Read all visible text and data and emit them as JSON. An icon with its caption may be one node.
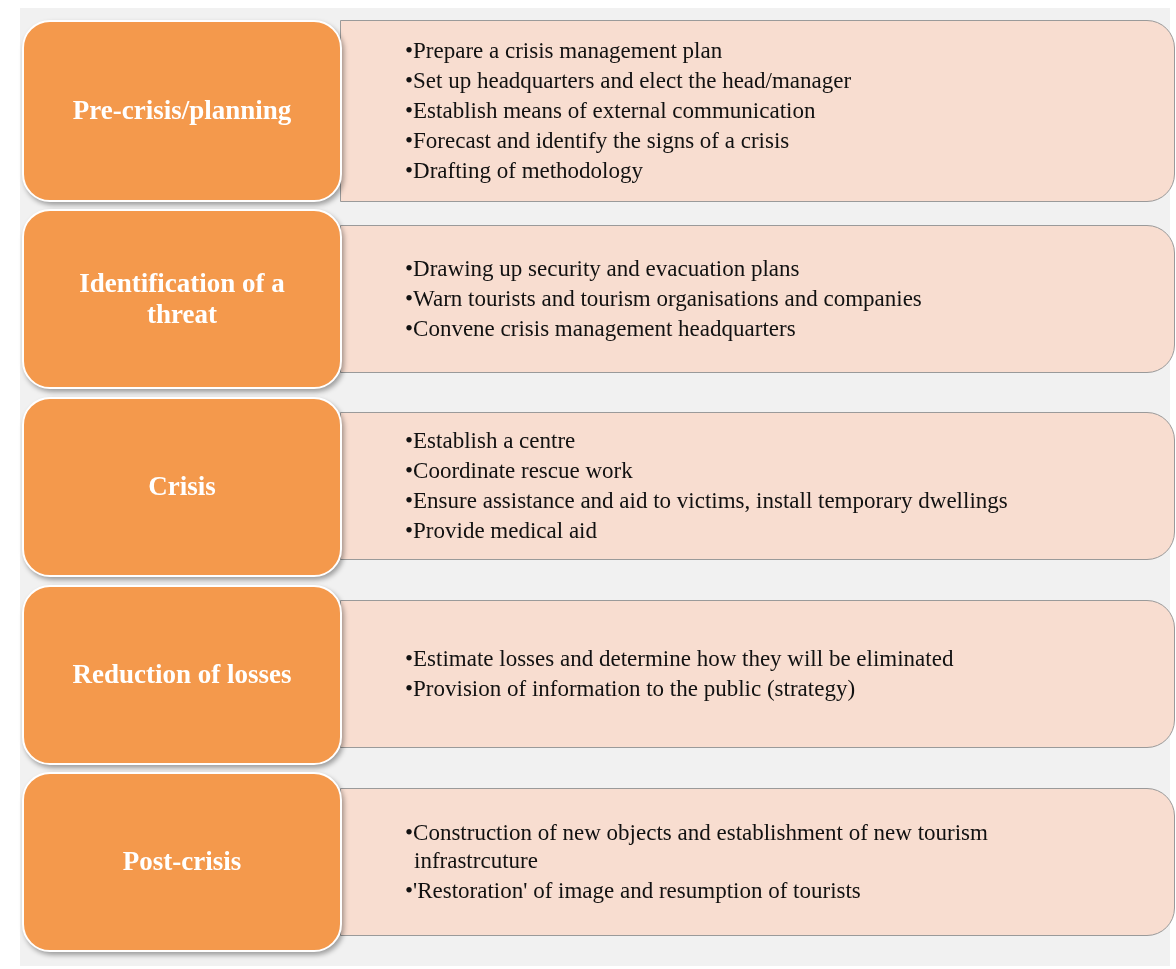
{
  "diagram": {
    "nodes": [
      {
        "text": [
          "Pre-crisis/planning"
        ]
      },
      {
        "text": [
          "•Prepare a crisis management plan",
          "•Set up headquarters and elect the head/manager",
          "•Establish means of external communication",
          "•Forecast and identify the signs of a crisis",
          "•Drafting of methodology"
        ]
      },
      {
        "text": [
          "Identification of a threat"
        ]
      },
      {
        "text": [
          "•Drawing up security and evacuation plans",
          "•Warn tourists and tourism organisations and companies",
          "•Convene crisis management headquarters"
        ]
      },
      {
        "text": [
          "Crisis"
        ]
      },
      {
        "text": [
          "•Establish a centre",
          "•Coordinate rescue work",
          "•Ensure assistance and aid to victims, install temporary dwellings",
          "•Provide medical aid"
        ]
      },
      {
        "text": [
          "Reduction of losses"
        ]
      },
      {
        "text": [
          "•Estimate losses and determine how they will be eliminated",
          "•Provision of information to the public (strategy)"
        ]
      },
      {
        "text": [
          "Post-crisis"
        ]
      },
      {
        "text": [
          "•Construction of new objects and establishment of new tourism infrastrcuture",
          "•'Restoration' of image and resumption of tourists"
        ]
      }
    ]
  }
}
